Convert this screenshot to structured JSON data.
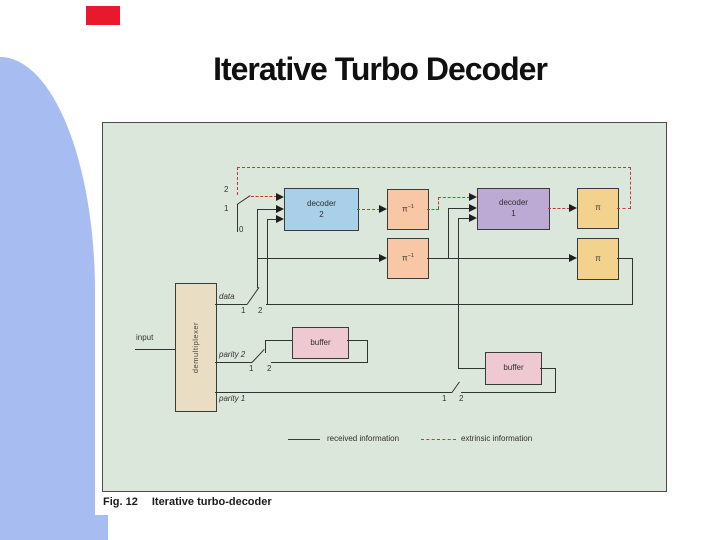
{
  "slide": {
    "title": "Iterative Turbo Decoder"
  },
  "figure": {
    "caption_label": "Fig. 12",
    "caption_text": "Iterative turbo-decoder",
    "legend": {
      "received": "received information",
      "extrinsic": "extrinsic information"
    }
  },
  "blocks": {
    "decoder2": {
      "line1": "decoder",
      "line2": "2"
    },
    "decoder1": {
      "line1": "decoder",
      "line2": "1"
    },
    "pi_inverse": {
      "base": "π",
      "sup": "−1"
    },
    "pi": {
      "base": "π"
    },
    "buffer": {
      "label": "buffer"
    },
    "demultiplexer": {
      "label": "demultiplexer"
    }
  },
  "wire_labels": {
    "input": "input",
    "data": "data",
    "parity2": "parity 2",
    "parity1": "parity 1"
  },
  "switch_labels": {
    "top": [
      "2",
      "1",
      "0"
    ],
    "data": [
      "1",
      "2"
    ],
    "parity2": [
      "1",
      "2"
    ],
    "parity1": [
      "1",
      "2"
    ]
  },
  "colors": {
    "background": "#ffffff",
    "accent_shape": "#a7bdf1",
    "accent_bar": "#e8192c",
    "panel_bg": "#dce7db",
    "panel_border": "#4a4a4a",
    "wire": "#333333",
    "extrinsic": "#c23b38",
    "decoder2_fill": "#a9cfe9",
    "decoder1_fill": "#bca9d4",
    "pi_inverse_fill": "#f7c7a6",
    "pi_fill": "#f3d28d",
    "buffer_fill": "#efc9d2",
    "demultiplexer_fill": "#e9ddc3"
  }
}
